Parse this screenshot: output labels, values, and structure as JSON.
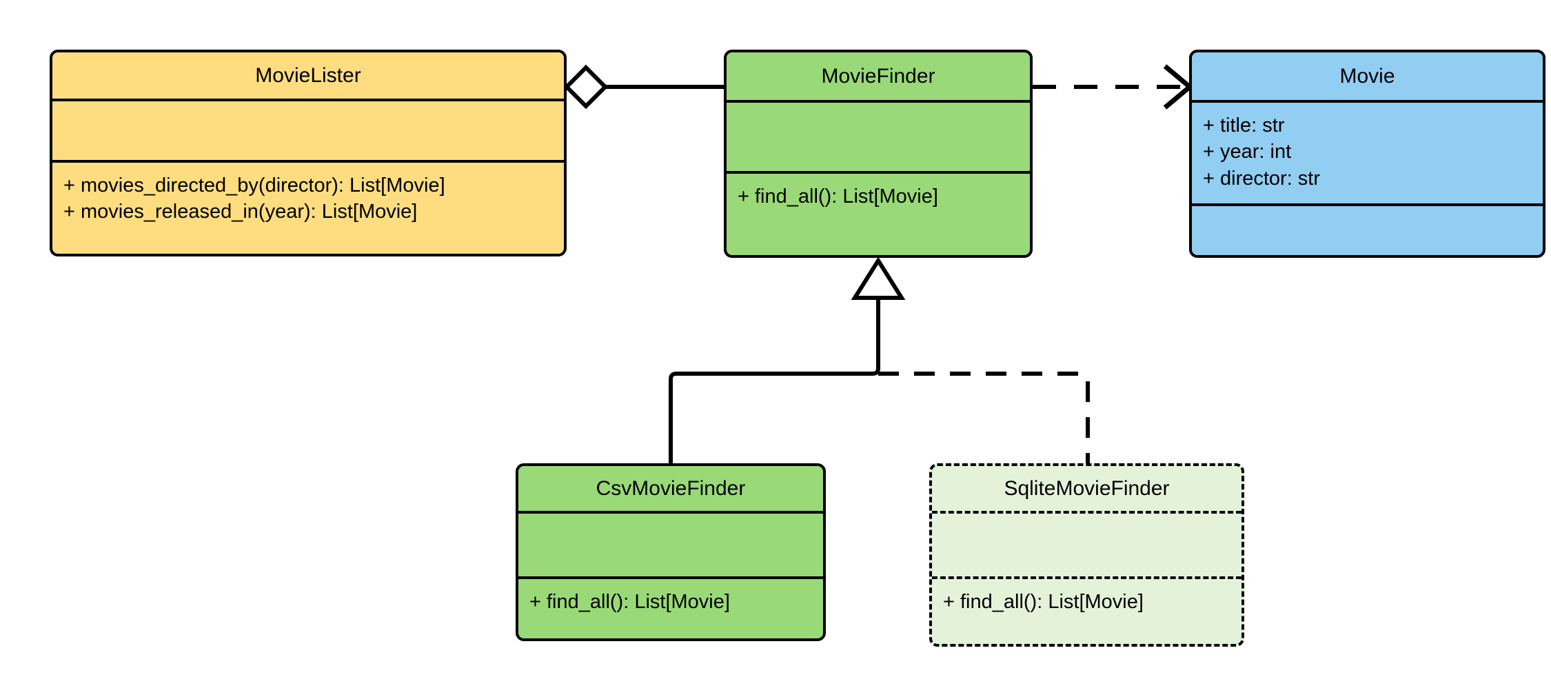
{
  "diagram": {
    "title": "MovieLister dependency injection UML class diagram",
    "type": "uml-class-diagram",
    "background": "#ffffff",
    "stroke": "#000000"
  },
  "palette": {
    "yellow": "#FDDD80",
    "green": "#99D978",
    "blue": "#92CDF2",
    "pale_green": "#E3F2D9",
    "outline": "#000000"
  },
  "classes": [
    {
      "id": "movie-lister",
      "name": "MovieLister",
      "fill": "#FDDD80",
      "style": "solid",
      "attributes": [],
      "methods": [
        "+ movies_directed_by(director): List[Movie]",
        "+ movies_released_in(year): List[Movie]"
      ]
    },
    {
      "id": "movie-finder",
      "name": "MovieFinder",
      "fill": "#99D978",
      "style": "solid",
      "attributes": [],
      "methods": [
        "+ find_all(): List[Movie]"
      ]
    },
    {
      "id": "movie",
      "name": "Movie",
      "fill": "#92CDF2",
      "style": "solid",
      "attributes": [
        "+ title: str",
        "+ year: int",
        "+ director: str"
      ],
      "methods": []
    },
    {
      "id": "csv-movie-finder",
      "name": "CsvMovieFinder",
      "fill": "#99D978",
      "style": "solid",
      "attributes": [],
      "methods": [
        "+ find_all(): List[Movie]"
      ]
    },
    {
      "id": "sqlite-movie-finder",
      "name": "SqliteMovieFinder",
      "fill": "#E3F2D9",
      "style": "dashed",
      "attributes": [],
      "methods": [
        "+ find_all(): List[Movie]"
      ]
    }
  ],
  "relationships": [
    {
      "id": "lister-holds-finder",
      "kind": "aggregation",
      "line": "solid",
      "from": "movie-lister",
      "to": "movie-finder",
      "end_marker": "hollow-diamond",
      "label": ""
    },
    {
      "id": "finder-uses-movie",
      "kind": "dependency",
      "line": "dashed",
      "from": "movie-finder",
      "to": "movie",
      "end_marker": "open-arrow",
      "label": ""
    },
    {
      "id": "csv-extends-finder",
      "kind": "generalization",
      "line": "solid",
      "from": "csv-movie-finder",
      "to": "movie-finder",
      "end_marker": "hollow-triangle",
      "label": ""
    },
    {
      "id": "sqlite-extends-finder",
      "kind": "generalization",
      "line": "dashed",
      "from": "sqlite-movie-finder",
      "to": "movie-finder",
      "end_marker": "hollow-triangle",
      "label": ""
    }
  ]
}
